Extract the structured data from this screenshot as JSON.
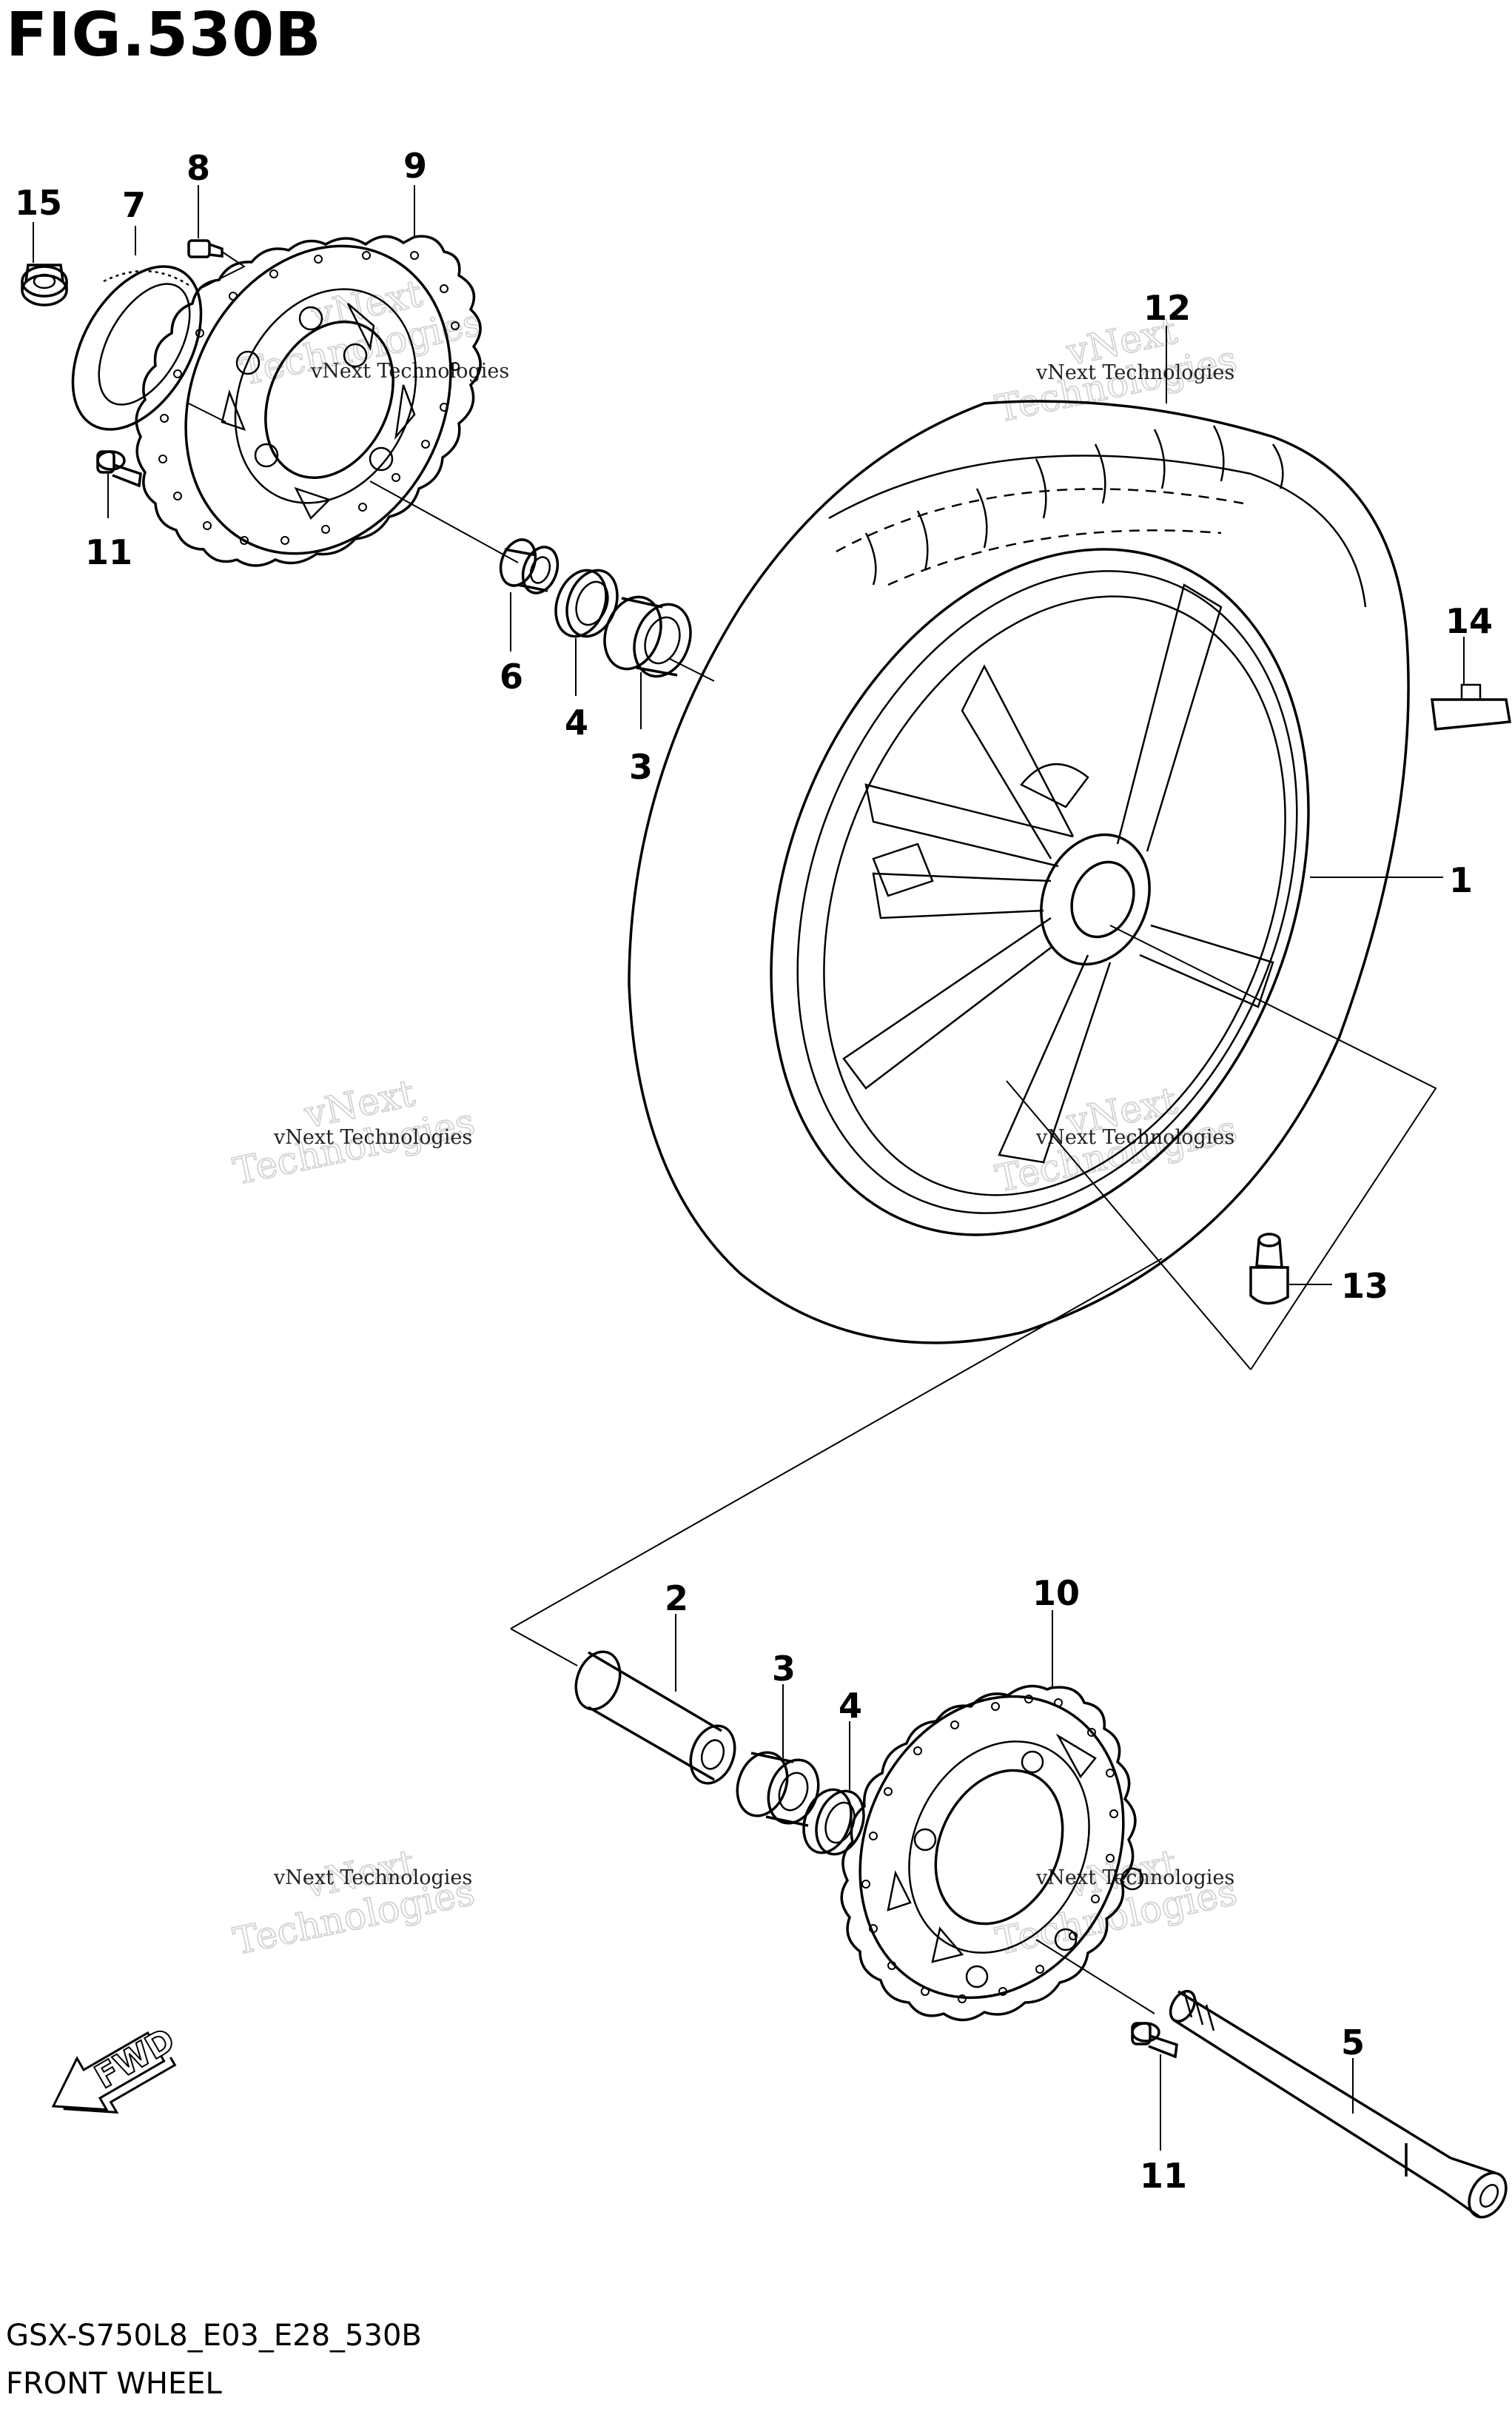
{
  "figure": {
    "title": "FIG.530B",
    "model_code": "GSX-S750L8_E03_E28_530B",
    "section_name": "FRONT WHEEL"
  },
  "callouts": {
    "c1": "1",
    "c2": "2",
    "c3a": "3",
    "c3b": "3",
    "c4a": "4",
    "c4b": "4",
    "c5": "5",
    "c6": "6",
    "c7": "7",
    "c8": "8",
    "c9": "9",
    "c10": "10",
    "c11a": "11",
    "c11b": "11",
    "c12": "12",
    "c13": "13",
    "c14": "14",
    "c15": "15"
  },
  "watermark": {
    "company_line": "vNext Technologies",
    "brand_small": "vNext",
    "brand_large": "Technologies"
  },
  "fwd_label": "FWD",
  "colors": {
    "line": "#000000",
    "background": "#ffffff",
    "watermark": "#cfcfcf"
  }
}
